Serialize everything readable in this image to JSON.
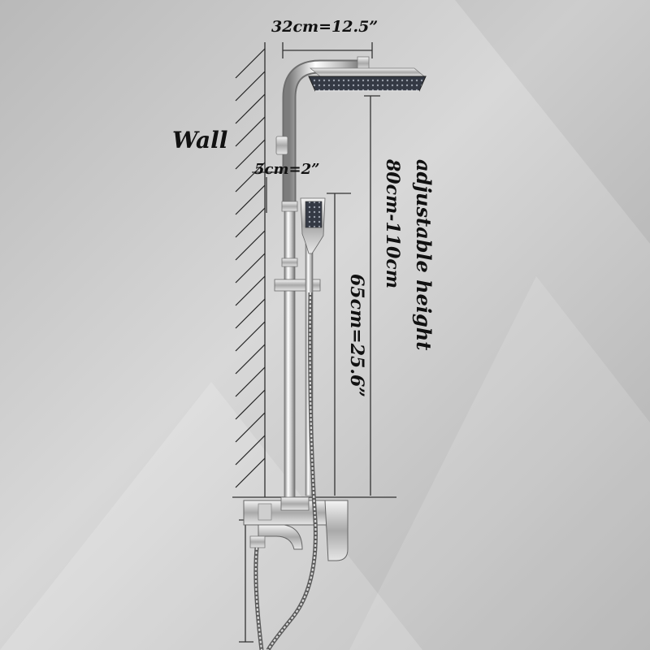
{
  "labels": {
    "wall": "Wall",
    "width": "32cm=12.5”",
    "depth": "5cm=2”",
    "adjustable": "adjustable height",
    "range": "80cm-110cm",
    "handheld": "65cm=25.6”"
  },
  "colors": {
    "background": "#c9c9c9",
    "chrome": "#dcdcdc",
    "chrome_dark": "#8a8a8a",
    "shower_face": "#3a3f4a",
    "text": "#111111"
  }
}
